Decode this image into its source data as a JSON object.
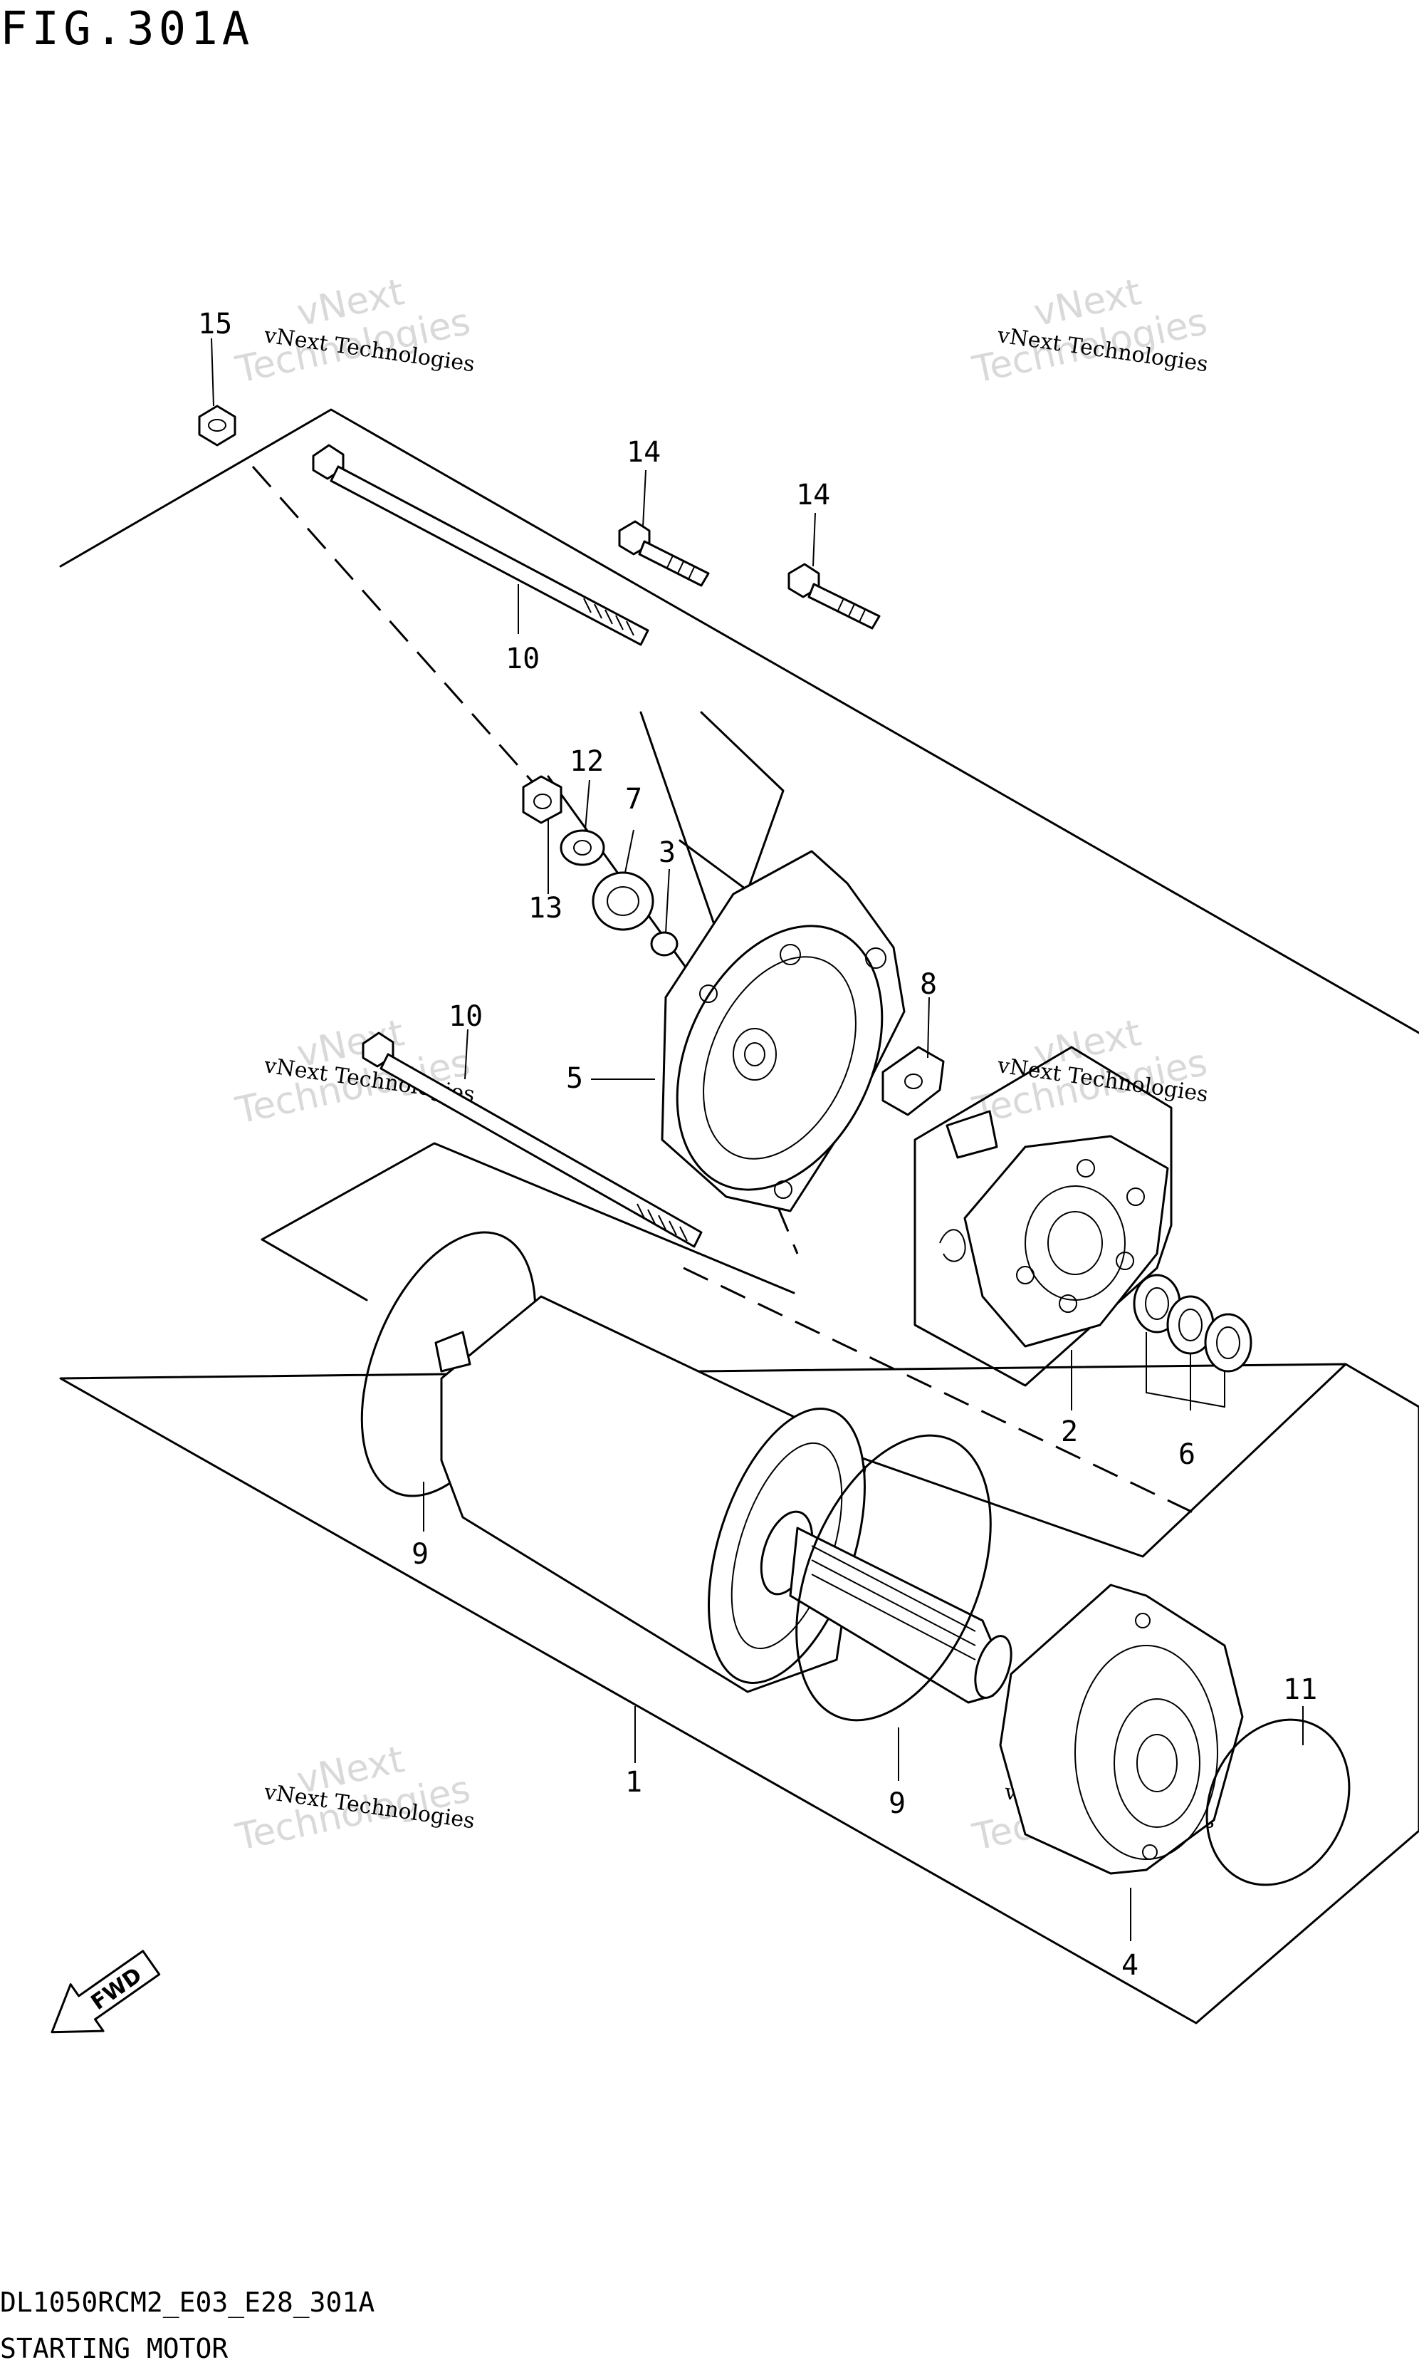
{
  "figure": {
    "title": "FIG.301A",
    "model_code": "DL1050RCM2_E03_E28_301A",
    "caption": "STARTING MOTOR"
  },
  "watermark": {
    "line1": "vNext Technologies",
    "big_top": "vNext",
    "big_bottom": "Technologies"
  },
  "fwd_label": "FWD",
  "callouts": [
    {
      "id": "callout-15",
      "label": "15"
    },
    {
      "id": "callout-14a",
      "label": "14"
    },
    {
      "id": "callout-14b",
      "label": "14"
    },
    {
      "id": "callout-10a",
      "label": "10"
    },
    {
      "id": "callout-12",
      "label": "12"
    },
    {
      "id": "callout-7",
      "label": "7"
    },
    {
      "id": "callout-3",
      "label": "3"
    },
    {
      "id": "callout-13",
      "label": "13"
    },
    {
      "id": "callout-8",
      "label": "8"
    },
    {
      "id": "callout-10b",
      "label": "10"
    },
    {
      "id": "callout-5",
      "label": "5"
    },
    {
      "id": "callout-2",
      "label": "2"
    },
    {
      "id": "callout-6",
      "label": "6"
    },
    {
      "id": "callout-9a",
      "label": "9"
    },
    {
      "id": "callout-11",
      "label": "11"
    },
    {
      "id": "callout-9b",
      "label": "9"
    },
    {
      "id": "callout-1",
      "label": "1"
    },
    {
      "id": "callout-4",
      "label": "4"
    }
  ]
}
